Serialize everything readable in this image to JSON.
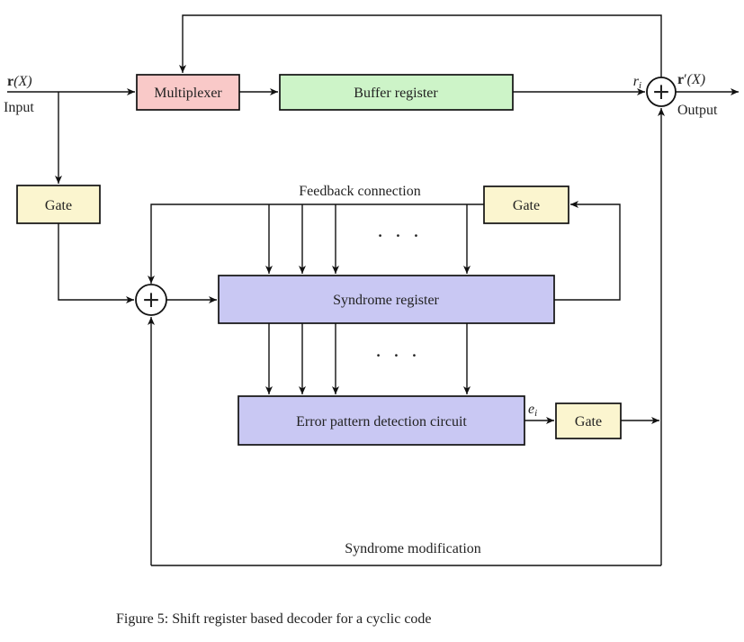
{
  "figure": {
    "caption": "Figure 5: Shift register based decoder for a cyclic code"
  },
  "colors": {
    "wire": "#111111",
    "box_border": "#111111",
    "text": "#222222",
    "multiplexer_fill": "#f9c9c8",
    "buffer_register_fill": "#cdf4c8",
    "gate_fill": "#fbf5cf",
    "register_fill": "#c9c8f3",
    "adder_fill": "#ffffff"
  },
  "blocks": {
    "multiplexer": "Multiplexer",
    "buffer_register": "Buffer register",
    "gate_input": "Gate",
    "gate_feedback": "Gate",
    "gate_error": "Gate",
    "syndrome_register": "Syndrome register",
    "error_pattern_detector": "Error pattern detection circuit"
  },
  "labels": {
    "input_vec": "r",
    "input_args": "(X)",
    "input_word": "Input",
    "output_vec": "r",
    "output_prime": "′",
    "output_args": "(X)",
    "output_word": "Output",
    "ri_main": "r",
    "ri_sub": "i",
    "ei_main": "e",
    "ei_sub": "i",
    "feedback_connection": "Feedback connection",
    "syndrome_modification": "Syndrome modification",
    "dots": "· · ·",
    "adder_plus": "+"
  }
}
